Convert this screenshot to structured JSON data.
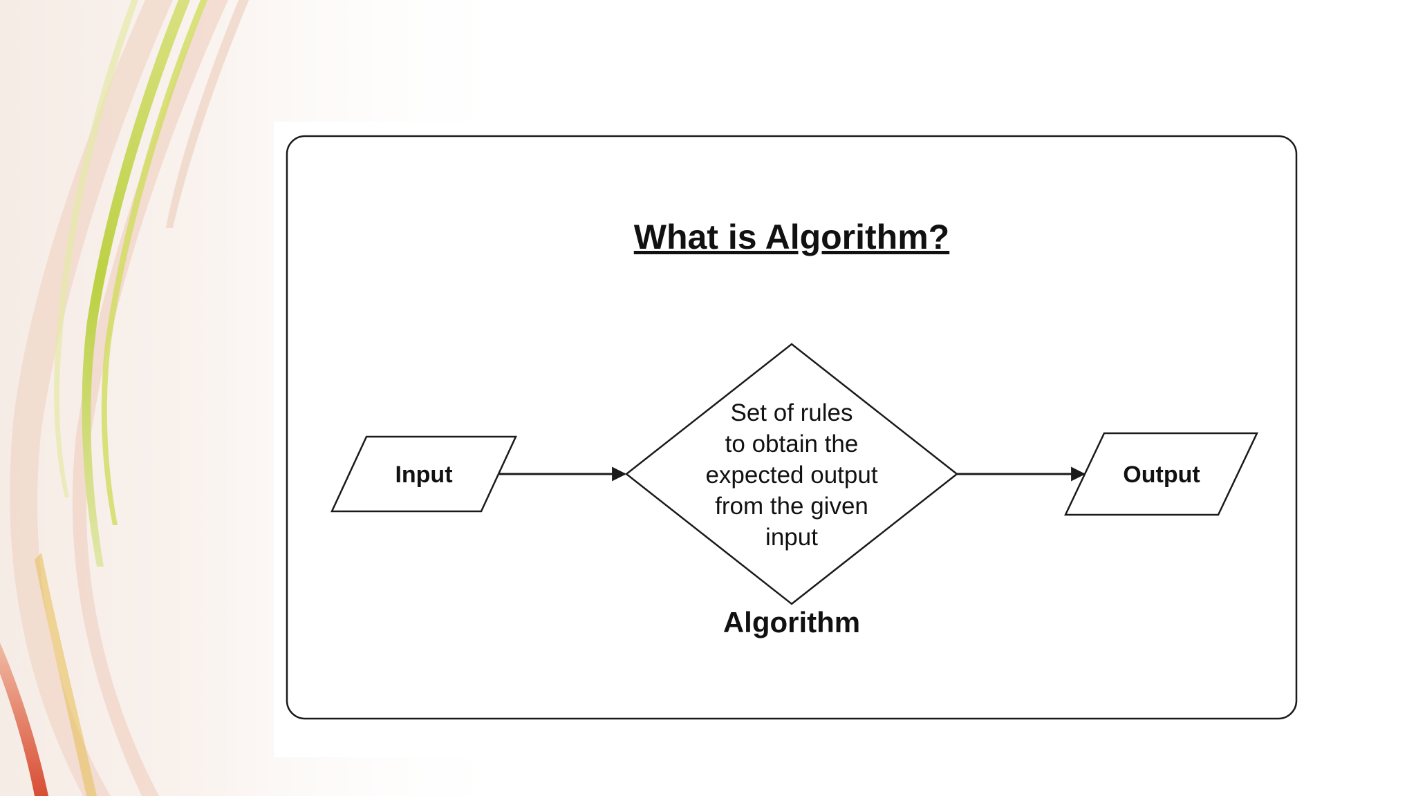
{
  "slide": {
    "title": "What is Algorithm?",
    "input_label": "Input",
    "output_label": "Output",
    "rule_lines": [
      "Set of rules",
      "to obtain the",
      "expected output",
      "from the given",
      "input"
    ],
    "process_label": "Algorithm"
  },
  "colors": {
    "background": "#ffffff",
    "stroke": "#1a1a1a",
    "text": "#111111",
    "ribbon_green": "#c5d84a",
    "ribbon_peach": "#e8b9a3",
    "ribbon_red": "#d6452b"
  },
  "icons": {
    "connector_arrow": "arrow-right-icon"
  }
}
